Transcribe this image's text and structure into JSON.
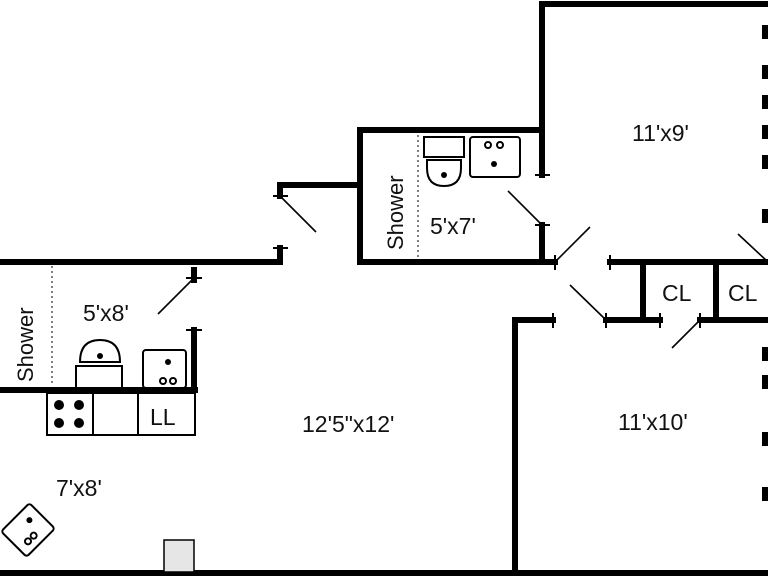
{
  "rooms": {
    "bedroom_top": "11'x9'",
    "bathroom_top": "5'x7'",
    "closet_1": "CL",
    "closet_2": "CL",
    "bathroom_left": "5'x8'",
    "living": "12'5\"x12'",
    "bedroom_bottom": "11'x10'",
    "kitchen": "7'x8'"
  },
  "fixtures": {
    "shower_top": "Shower",
    "shower_left": "Shower",
    "laundry": "LL"
  },
  "colors": {
    "wall": "#000000",
    "background": "#ffffff",
    "text": "#111111"
  }
}
